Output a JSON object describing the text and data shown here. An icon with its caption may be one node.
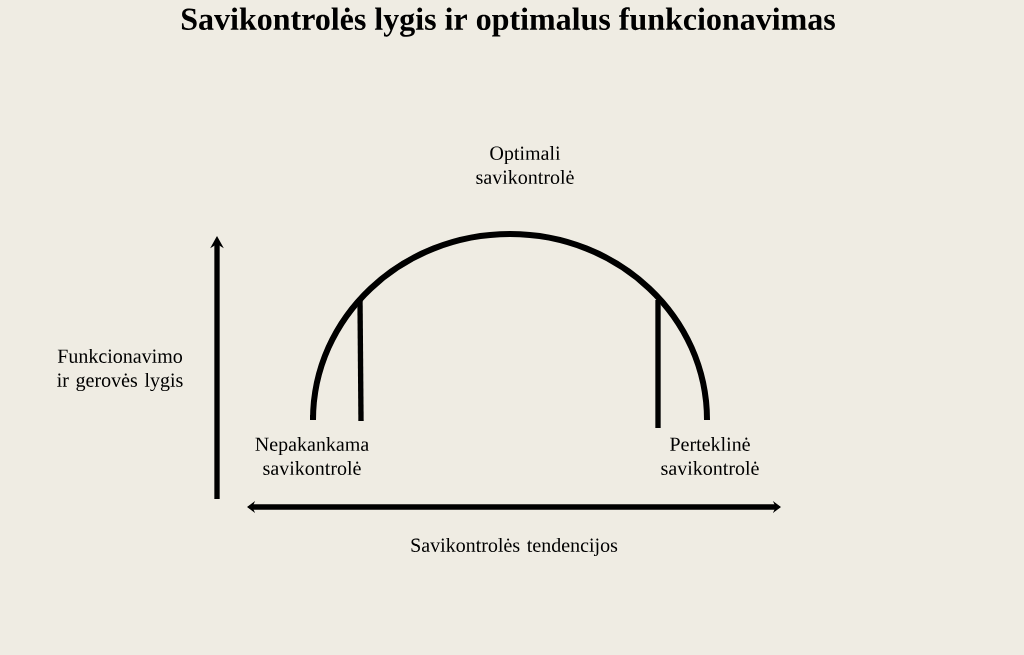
{
  "diagram": {
    "title": "Savikontrolės lygis ir optimalus funkcionavimas",
    "labels": [
      "Optimali savikontrolė",
      "Funkcionavimo ir gerovės lygis",
      "Nepakankama savikontrolė",
      "Perteklinė savikontrolė",
      "Savikontrolės tendencijos"
    ]
  }
}
